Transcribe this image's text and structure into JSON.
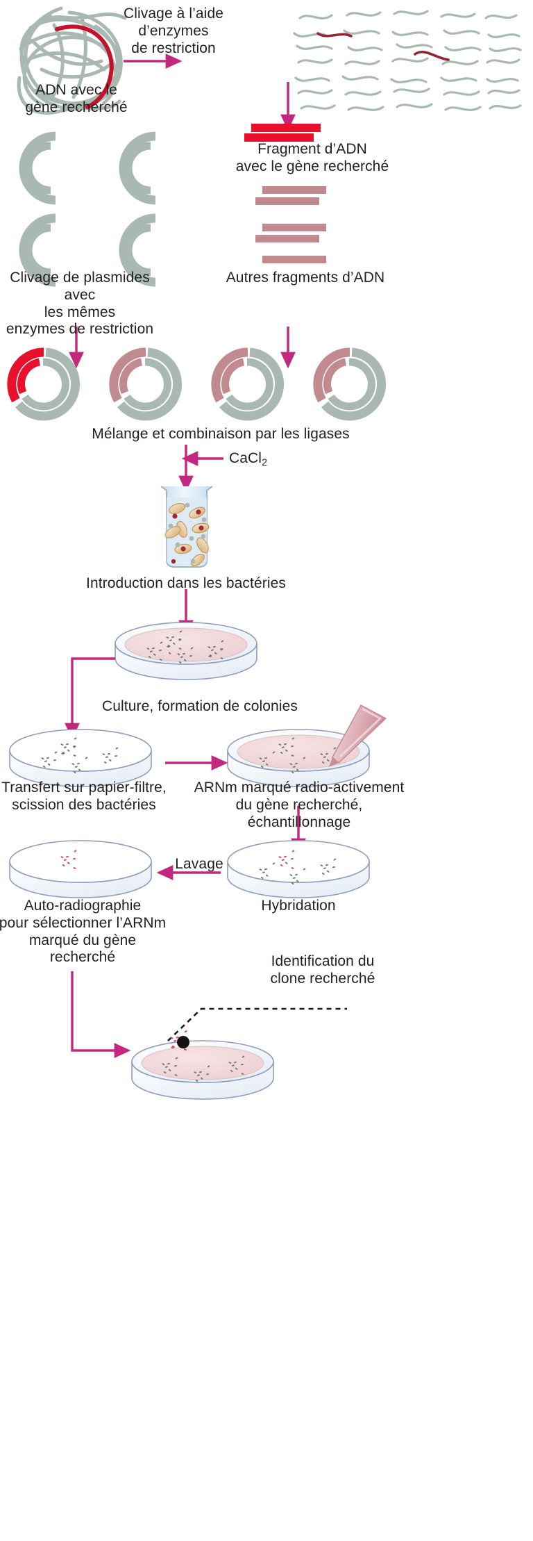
{
  "title": "Clonage de gène — schéma",
  "colors": {
    "accent_arrow": "#c2287d",
    "dna_grey": "#a9b9b2",
    "gene_red": "#e8102a",
    "fragment_rose": "#c08a8f",
    "dark_red": "#9e2a33",
    "dish_fill": "#f0d6d8",
    "dish_edge": "#8f9cbb",
    "beaker_fluid": "#d6e7f2",
    "bacterium": "#e8cfa6",
    "pipette": "#e5b7be",
    "text": "#231f20"
  },
  "labels": {
    "step1_process": "Clivage à l’aide\nd’enzymes\nde restriction",
    "dna_source": "ADN avec le\ngène recherché",
    "fragment_target": "Fragment d’ADN\navec le gène recherché",
    "plasmid_cleavage": "Clivage de plasmides avec\nles mêmes\nenzymes de restriction",
    "other_fragments": "Autres fragments d’ADN",
    "ligase": "Mélange et combinaison par les ligases",
    "cacl2": "CaCl",
    "cacl2_sub": "2",
    "introduction": "Introduction dans les bactéries",
    "culture": "Culture, formation de colonies",
    "transfer": "Transfert sur papier-filtre,\nscission des bactéries",
    "mrna_probe": "ARNm marqué radio-activement\ndu gène recherché, échantillonnage",
    "lavage": "Lavage",
    "hybridation": "Hybridation",
    "autoradiographie": "Auto-radiographie\npour sélectionner l’ARNm\nmarqué du gène recherché",
    "identification": "Identification du\nclone recherché"
  },
  "steps": [
    {
      "id": "dna-tangle",
      "label": "ADN avec le gène recherché"
    },
    {
      "id": "restriction-digest",
      "label": "Clivage à l’aide d’enzymes de restriction"
    },
    {
      "id": "target-fragment",
      "label": "Fragment d’ADN avec le gène recherché"
    },
    {
      "id": "other-fragments",
      "label": "Autres fragments d’ADN"
    },
    {
      "id": "cut-plasmids",
      "label": "Clivage de plasmides avec les mêmes enzymes de restriction"
    },
    {
      "id": "ligation",
      "label": "Mélange et combinaison par les ligases"
    },
    {
      "id": "transformation",
      "label": "Introduction dans les bactéries"
    },
    {
      "id": "culture",
      "label": "Culture, formation de colonies"
    },
    {
      "id": "filter-transfer",
      "label": "Transfert sur papier-filtre, scission des bactéries"
    },
    {
      "id": "probe-hybridization",
      "label": "ARNm marqué radio-activement du gène recherché, échantillonnage"
    },
    {
      "id": "wash",
      "label": "Lavage"
    },
    {
      "id": "hybridation",
      "label": "Hybridation"
    },
    {
      "id": "autoradiography",
      "label": "Auto-radiographie pour sélectionner l’ARNm marqué du gène recherché"
    },
    {
      "id": "clone-identification",
      "label": "Identification du clone recherché"
    }
  ],
  "counts": {
    "recombinant_plasmids": 4,
    "cut_plasmids": 4,
    "other_fragment_bars": 4,
    "colonies_culture": 4,
    "colonies_hybridation": 4,
    "labelled_colony": 1
  }
}
